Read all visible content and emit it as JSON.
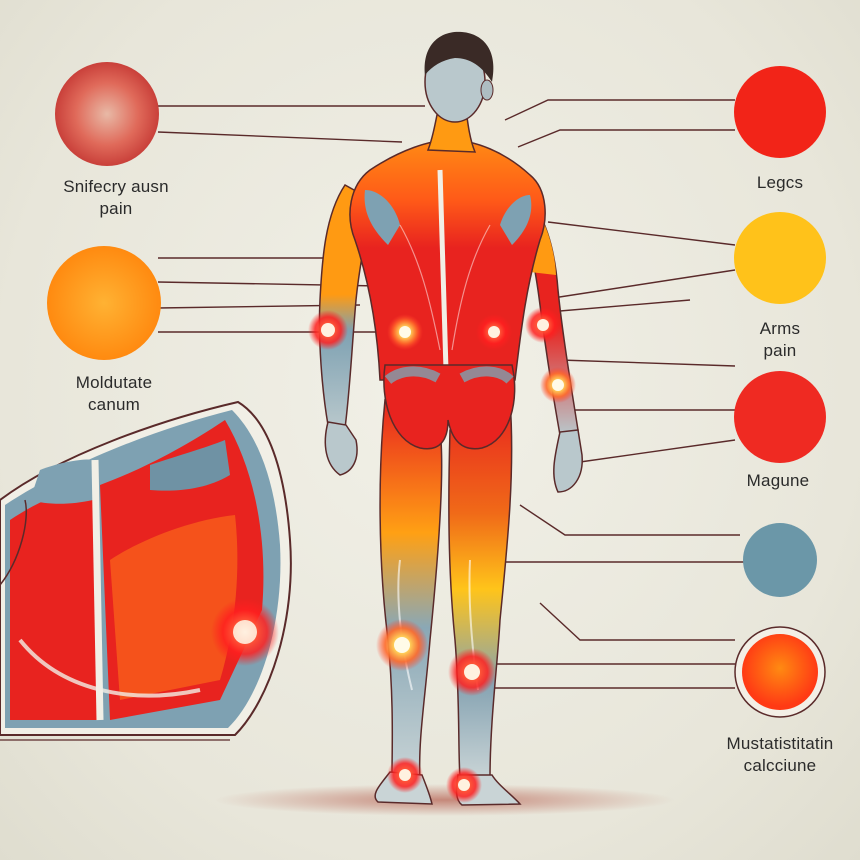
{
  "labels": {
    "left_top": [
      "Snifecry ausn",
      "pain"
    ],
    "left_mid": [
      "Moldutate",
      "canum"
    ],
    "right_1": [
      "Legcs"
    ],
    "right_2": [
      "Arms",
      "pain"
    ],
    "right_3": [
      "Magune"
    ],
    "right_6": [
      "Mustatistitatin",
      "calcciune"
    ]
  },
  "swatches": {
    "left_top": "#d9534f",
    "left_mid": "#ff9a1a",
    "right_1": "#f22418",
    "right_2": "#ffc21a",
    "right_3": "#ef2a22",
    "right_4": "#6b97a8",
    "right_5": "#ff5a1a"
  },
  "colors": {
    "background": "#ecebe1",
    "muscle_red": "#e8231f",
    "muscle_orange": "#ff9a12",
    "muscle_blue": "#7ea1b2",
    "skin": "#c9d4d6",
    "leader_line": "#5a2a2a"
  }
}
